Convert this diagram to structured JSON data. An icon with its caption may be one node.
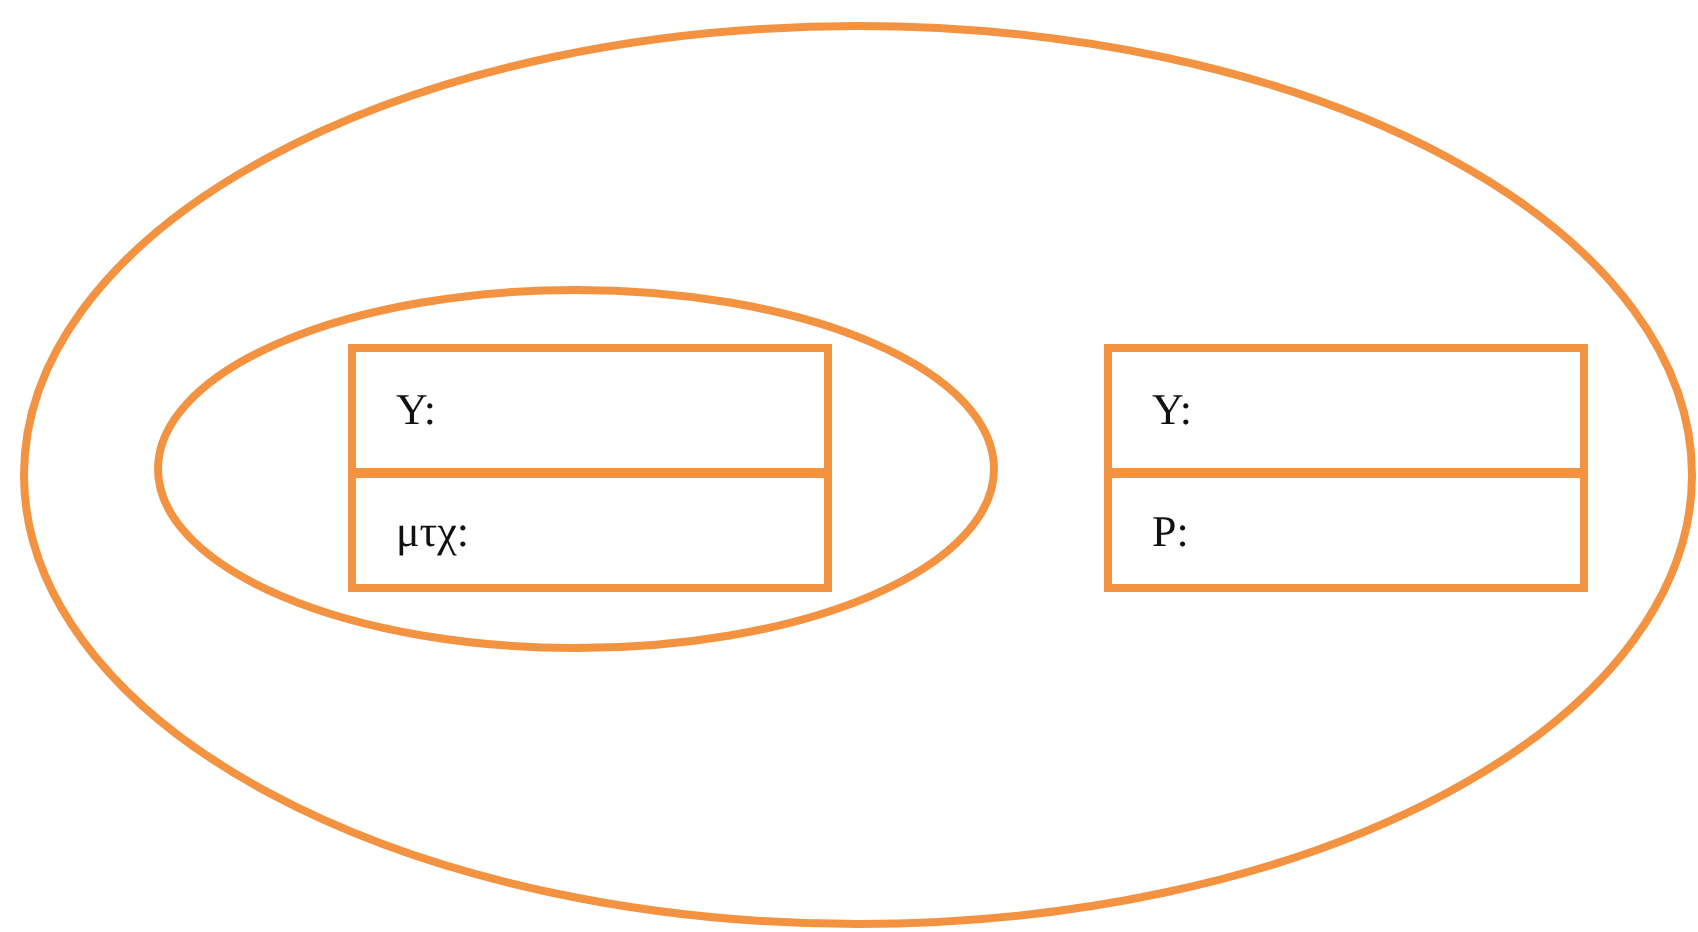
{
  "diagram": {
    "nodes": [
      {
        "text": [],
        "shape": "ellipse"
      },
      {
        "text": [],
        "shape": "ellipse",
        "in": 0
      },
      {
        "text": [
          "Y:",
          "μτχ:"
        ],
        "in": 1
      },
      {
        "text": [
          "Y:",
          "P:"
        ],
        "in": 0
      }
    ],
    "edges": []
  }
}
